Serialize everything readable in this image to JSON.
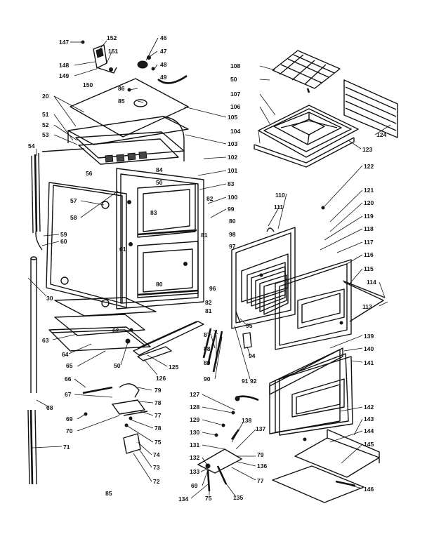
{
  "diagram": {
    "footer_code": "85",
    "callouts": [
      {
        "id": "147",
        "label": "147"
      },
      {
        "id": "152",
        "label": "152"
      },
      {
        "id": "151",
        "label": "151"
      },
      {
        "id": "148",
        "label": "148"
      },
      {
        "id": "149",
        "label": "149"
      },
      {
        "id": "150",
        "label": "150"
      },
      {
        "id": "46",
        "label": "46"
      },
      {
        "id": "47",
        "label": "47"
      },
      {
        "id": "48",
        "label": "48"
      },
      {
        "id": "49",
        "label": "49"
      },
      {
        "id": "86",
        "label": "86"
      },
      {
        "id": "85",
        "label": "85"
      },
      {
        "id": "105",
        "label": "105"
      },
      {
        "id": "103",
        "label": "103"
      },
      {
        "id": "102",
        "label": "102"
      },
      {
        "id": "84",
        "label": "84"
      },
      {
        "id": "101",
        "label": "101"
      },
      {
        "id": "83a",
        "label": "83"
      },
      {
        "id": "100",
        "label": "100"
      },
      {
        "id": "99",
        "label": "99"
      },
      {
        "id": "50a",
        "label": "50"
      },
      {
        "id": "82a",
        "label": "82"
      },
      {
        "id": "83b",
        "label": "83"
      },
      {
        "id": "20",
        "label": "20"
      },
      {
        "id": "51",
        "label": "51"
      },
      {
        "id": "52",
        "label": "52"
      },
      {
        "id": "53",
        "label": "53"
      },
      {
        "id": "54",
        "label": "54"
      },
      {
        "id": "56",
        "label": "56"
      },
      {
        "id": "57",
        "label": "57"
      },
      {
        "id": "58",
        "label": "58"
      },
      {
        "id": "59",
        "label": "59"
      },
      {
        "id": "60",
        "label": "60"
      },
      {
        "id": "61",
        "label": "61"
      },
      {
        "id": "81a",
        "label": "81"
      },
      {
        "id": "80a",
        "label": "80"
      },
      {
        "id": "98",
        "label": "98"
      },
      {
        "id": "97",
        "label": "97"
      },
      {
        "id": "96",
        "label": "96"
      },
      {
        "id": "80b",
        "label": "80"
      },
      {
        "id": "82b",
        "label": "82"
      },
      {
        "id": "81b",
        "label": "81"
      },
      {
        "id": "30",
        "label": "30"
      },
      {
        "id": "62",
        "label": "62"
      },
      {
        "id": "63",
        "label": "63"
      },
      {
        "id": "64",
        "label": "64"
      },
      {
        "id": "65",
        "label": "65"
      },
      {
        "id": "50b",
        "label": "50"
      },
      {
        "id": "125",
        "label": "125"
      },
      {
        "id": "126",
        "label": "126"
      },
      {
        "id": "108",
        "label": "108"
      },
      {
        "id": "50c",
        "label": "50"
      },
      {
        "id": "107",
        "label": "107"
      },
      {
        "id": "106",
        "label": "106"
      },
      {
        "id": "104",
        "label": "104"
      },
      {
        "id": "123",
        "label": "123"
      },
      {
        "id": "124",
        "label": "124"
      },
      {
        "id": "122",
        "label": "122"
      },
      {
        "id": "110",
        "label": "110"
      },
      {
        "id": "111",
        "label": "111"
      },
      {
        "id": "121",
        "label": "121"
      },
      {
        "id": "120",
        "label": "120"
      },
      {
        "id": "119",
        "label": "119"
      },
      {
        "id": "118",
        "label": "118"
      },
      {
        "id": "117",
        "label": "117"
      },
      {
        "id": "116",
        "label": "116"
      },
      {
        "id": "115",
        "label": "115"
      },
      {
        "id": "114",
        "label": "114"
      },
      {
        "id": "113",
        "label": "113"
      },
      {
        "id": "95",
        "label": "95"
      },
      {
        "id": "94",
        "label": "94"
      },
      {
        "id": "87",
        "label": "87"
      },
      {
        "id": "88",
        "label": "88"
      },
      {
        "id": "89",
        "label": "89"
      },
      {
        "id": "90",
        "label": "90"
      },
      {
        "id": "91",
        "label": "91"
      },
      {
        "id": "92",
        "label": "92"
      },
      {
        "id": "139",
        "label": "139"
      },
      {
        "id": "140",
        "label": "140"
      },
      {
        "id": "141",
        "label": "141"
      },
      {
        "id": "66",
        "label": "66"
      },
      {
        "id": "67",
        "label": "67"
      },
      {
        "id": "68",
        "label": "68"
      },
      {
        "id": "69a",
        "label": "69"
      },
      {
        "id": "70",
        "label": "70"
      },
      {
        "id": "71",
        "label": "71"
      },
      {
        "id": "79a",
        "label": "79"
      },
      {
        "id": "78a",
        "label": "78"
      },
      {
        "id": "77a",
        "label": "77"
      },
      {
        "id": "78b",
        "label": "78"
      },
      {
        "id": "75a",
        "label": "75"
      },
      {
        "id": "74",
        "label": "74"
      },
      {
        "id": "73",
        "label": "73"
      },
      {
        "id": "72",
        "label": "72"
      },
      {
        "id": "127",
        "label": "127"
      },
      {
        "id": "128",
        "label": "128"
      },
      {
        "id": "129",
        "label": "129"
      },
      {
        "id": "130",
        "label": "130"
      },
      {
        "id": "131",
        "label": "131"
      },
      {
        "id": "132",
        "label": "132"
      },
      {
        "id": "133",
        "label": "133"
      },
      {
        "id": "69b",
        "label": "69"
      },
      {
        "id": "134",
        "label": "134"
      },
      {
        "id": "75b",
        "label": "75"
      },
      {
        "id": "135",
        "label": "135"
      },
      {
        "id": "136",
        "label": "136"
      },
      {
        "id": "137",
        "label": "137"
      },
      {
        "id": "138",
        "label": "138"
      },
      {
        "id": "79b",
        "label": "79"
      },
      {
        "id": "77b",
        "label": "77"
      },
      {
        "id": "142",
        "label": "142"
      },
      {
        "id": "143",
        "label": "143"
      },
      {
        "id": "144",
        "label": "144"
      },
      {
        "id": "145",
        "label": "145"
      },
      {
        "id": "146",
        "label": "146"
      }
    ]
  }
}
